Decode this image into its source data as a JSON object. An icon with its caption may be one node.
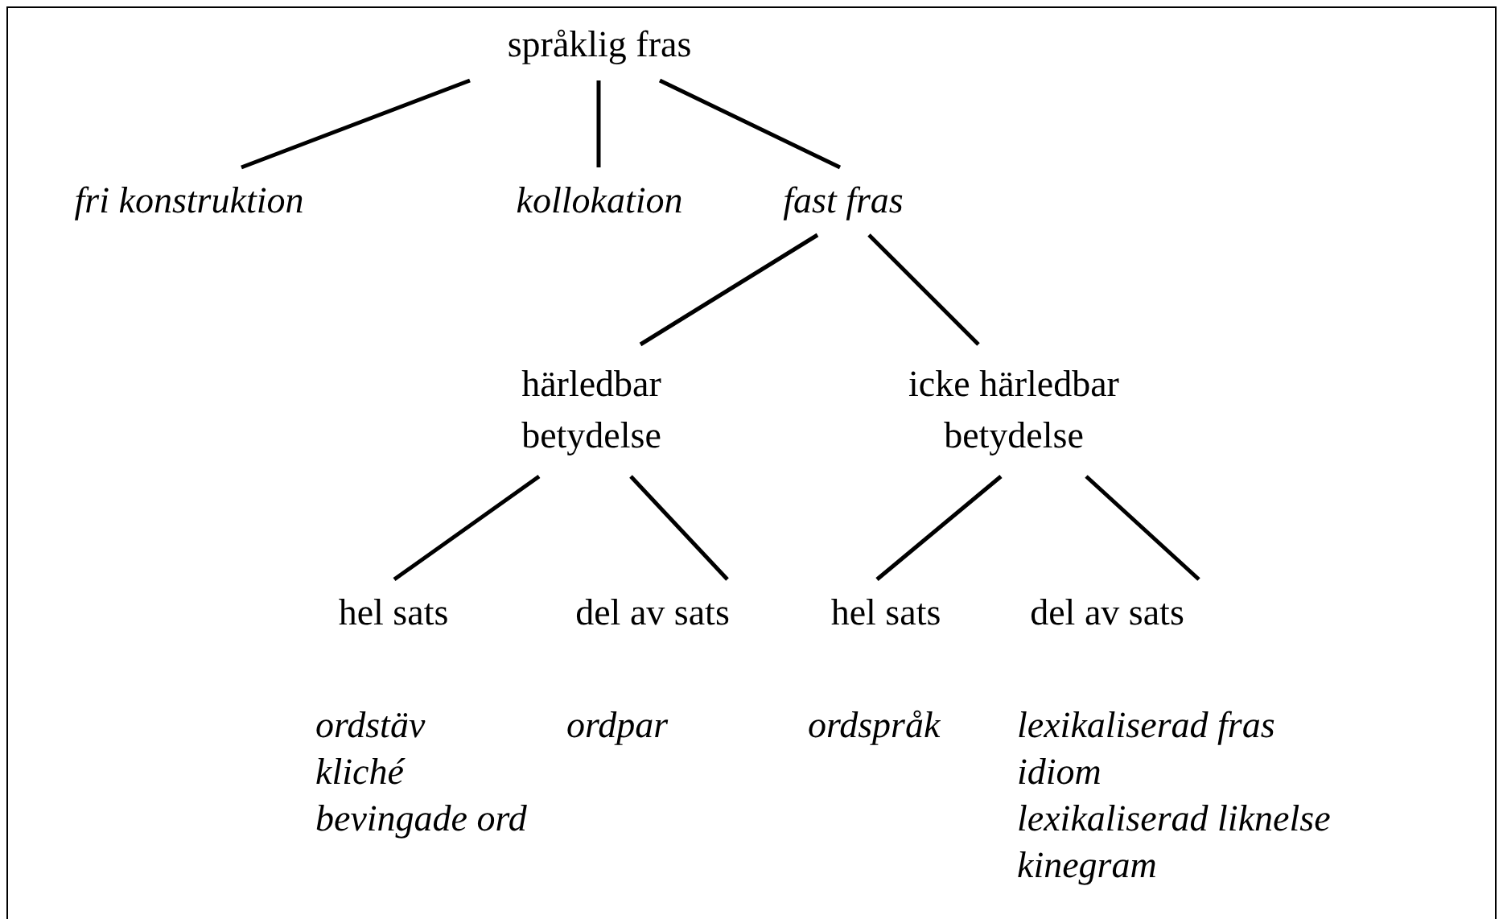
{
  "diagram": {
    "nodes": [
      {
        "text": [
          "språklig fras"
        ]
      },
      {
        "text": [
          "fri konstruktion"
        ]
      },
      {
        "text": [
          "kollokation"
        ]
      },
      {
        "text": [
          "fast fras"
        ]
      },
      {
        "text": [
          "härledbar betydelse"
        ]
      },
      {
        "text": [
          "icke härledbar betydelse"
        ]
      },
      {
        "text": [
          "hel sats"
        ],
        "beside": [
          "ordstäv",
          "kliché",
          "bevingade ord"
        ]
      },
      {
        "text": [
          "del av sats"
        ],
        "beside": [
          "ordpar"
        ]
      },
      {
        "text": [
          "hel sats"
        ],
        "beside": [
          "ordspråk"
        ]
      },
      {
        "text": [
          "del av sats"
        ],
        "beside": [
          "lexikaliserad fras",
          "idiom",
          "lexikaliserad liknelse",
          "kinegram"
        ]
      }
    ],
    "edges": [
      {
        "from": 0,
        "to": 1,
        "arrow": "none"
      },
      {
        "from": 0,
        "to": 2,
        "arrow": "none"
      },
      {
        "from": 0,
        "to": 3,
        "arrow": "none"
      },
      {
        "from": 3,
        "to": 4,
        "arrow": "none"
      },
      {
        "from": 3,
        "to": 5,
        "arrow": "none"
      },
      {
        "from": 4,
        "to": 6,
        "arrow": "none"
      },
      {
        "from": 4,
        "to": 7,
        "arrow": "none"
      },
      {
        "from": 5,
        "to": 8,
        "arrow": "none"
      },
      {
        "from": 5,
        "to": 9,
        "arrow": "none"
      }
    ]
  }
}
